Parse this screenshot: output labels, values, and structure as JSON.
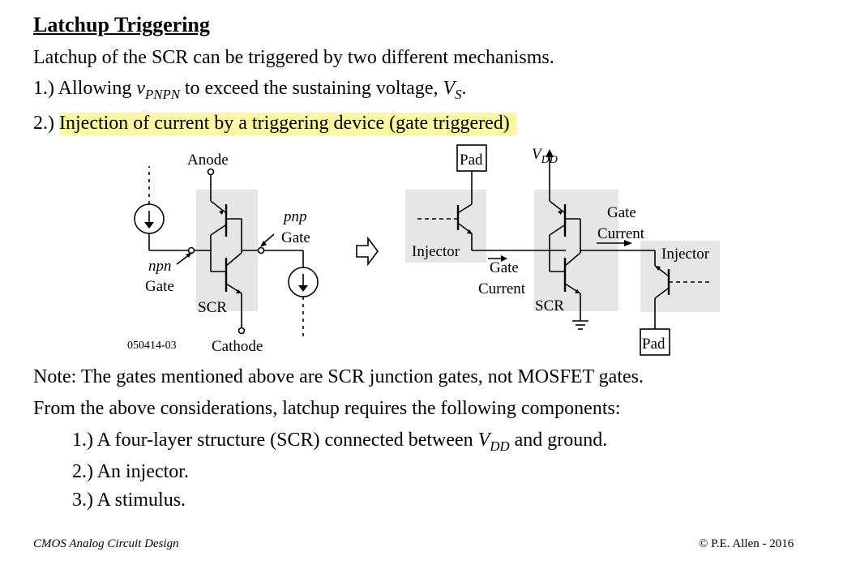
{
  "slide": {
    "title": "Latchup Triggering",
    "intro": "Latchup of the SCR can be triggered by two different mechanisms.",
    "mech1": {
      "prefix": "1.) Allowing ",
      "var": "v",
      "var_sub": "PNPN",
      "middle": " to exceed the sustaining voltage, ",
      "v2": "V",
      "v2_sub": "S",
      "suffix": "."
    },
    "mech2_num": "2.) ",
    "mech2_text": "Injection of current by a triggering device (gate triggered)",
    "note": "Note: The gates mentioned above are SCR junction gates, not MOSFET gates.",
    "req_intro": "From the above considerations, latchup requires the following components:",
    "req1": {
      "prefix": "1.) A four-layer structure (SCR) connected between ",
      "var": "V",
      "var_sub": "DD",
      "suffix": " and ground."
    },
    "req2": "2.) An injector.",
    "req3": "3.) A stimulus."
  },
  "figure": {
    "left": {
      "anode": "Anode",
      "pnp_label": "pnp",
      "gate_right": "Gate",
      "npn_label": "npn",
      "gate_left": "Gate",
      "scr": "SCR",
      "cathode": "Cathode",
      "fig_id": "050414-03"
    },
    "right": {
      "pad_top": "Pad",
      "vdd": "V",
      "vdd_sub": "DD",
      "injector_left": "Injector",
      "gate_current_lower_1": "Gate",
      "gate_current_lower_2": "Current",
      "scr": "SCR",
      "gate_current_upper_1": "Gate",
      "gate_current_upper_2": "Current",
      "injector_right": "Injector",
      "pad_bottom": "Pad"
    },
    "shade_color": "#e6e6e6"
  },
  "footer": {
    "left": "CMOS Analog Circuit Design",
    "right": "© P.E. Allen - 2016"
  }
}
